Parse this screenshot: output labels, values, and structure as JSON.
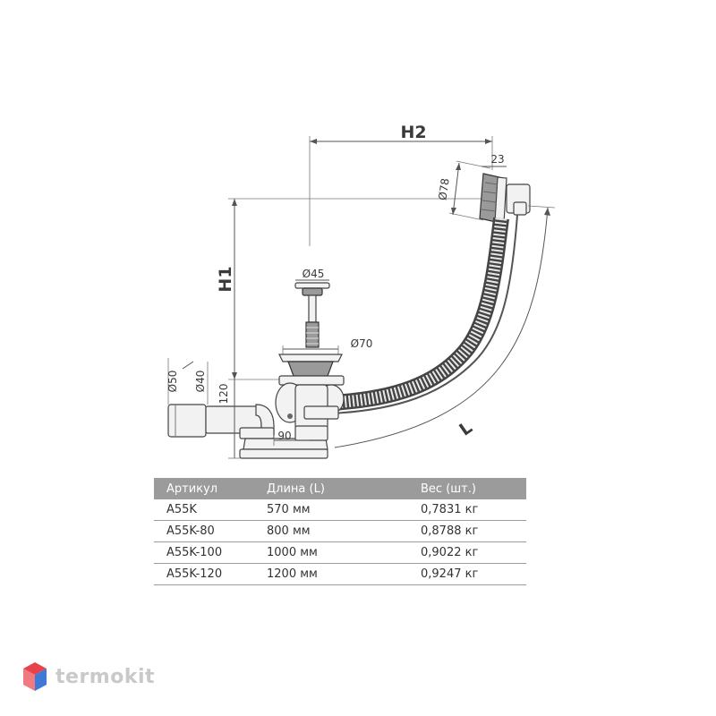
{
  "diagram": {
    "labels": {
      "h2": "H2",
      "h1": "H1",
      "l": "L",
      "d78": "Ø78",
      "d23": "23",
      "d45": "Ø45",
      "d70": "Ø70",
      "d50": "Ø50",
      "d40": "Ø40",
      "d120": "120",
      "d90": "90"
    }
  },
  "table": {
    "headers": [
      "Артикул",
      "Длина (L)",
      "Вес (шт.)"
    ],
    "rows": [
      [
        "A55K",
        "570 мм",
        "0,7831 кг"
      ],
      [
        "A55K-80",
        "800 мм",
        "0,8788 кг"
      ],
      [
        "A55K-100",
        "1000 мм",
        "0,9022 кг"
      ],
      [
        "A55K-120",
        "1200 мм",
        "0,9247 кг"
      ]
    ]
  },
  "brand": {
    "name": "termokit",
    "colors": {
      "red": "#e8424a",
      "blue": "#3f7ad6",
      "gray": "#c9c9c9"
    }
  }
}
